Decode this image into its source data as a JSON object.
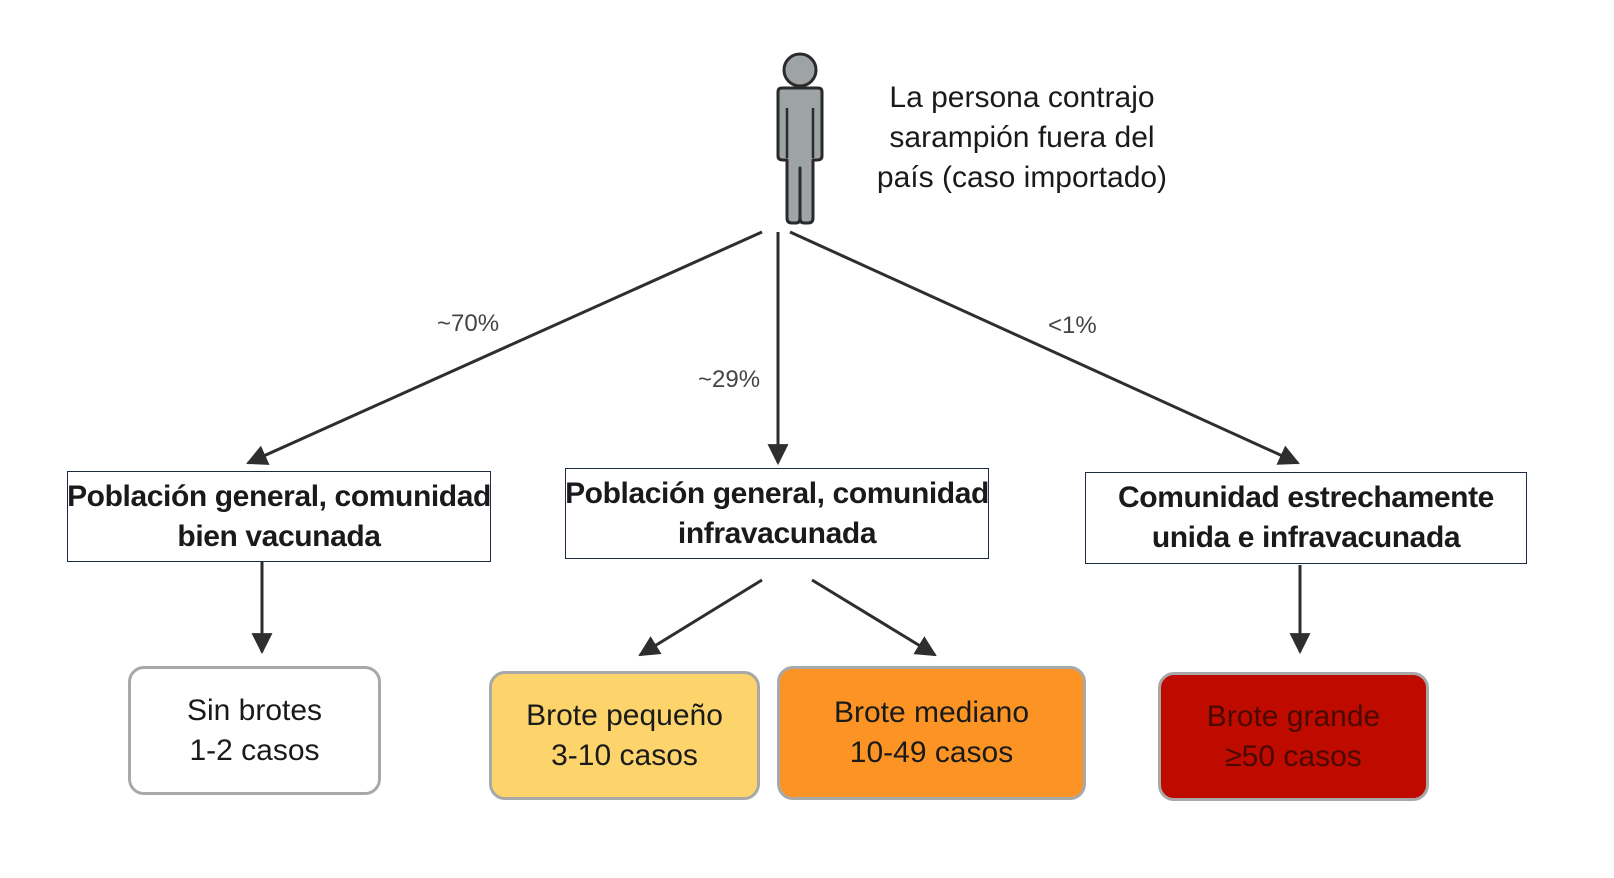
{
  "source": {
    "caption_lines": [
      "La persona contrajo",
      "sarampión fuera del",
      "país (caso importado)"
    ]
  },
  "branches": [
    {
      "percent": "~70%"
    },
    {
      "percent": "~29%"
    },
    {
      "percent": "<1%"
    }
  ],
  "populations": [
    {
      "lines": [
        "Población general, comunidad",
        "bien vacunada"
      ]
    },
    {
      "lines": [
        "Población general, comunidad",
        "infravacunada"
      ]
    },
    {
      "lines": [
        "Comunidad estrechamente",
        "unida e infravacunada"
      ]
    }
  ],
  "outcomes": [
    {
      "lines": [
        "Sin brotes",
        "1-2 casos"
      ],
      "fill": "#ffffff",
      "text_color": "#1a1a1a"
    },
    {
      "lines": [
        "Brote pequeño",
        "3-10 casos"
      ],
      "fill": "#fcd46b",
      "text_color": "#1a1a1a"
    },
    {
      "lines": [
        "Brote mediano",
        "10-49 casos"
      ],
      "fill": "#fb9424",
      "text_color": "#1a1a1a"
    },
    {
      "lines": [
        "Brote grande",
        "≥50 casos"
      ],
      "fill": "#bf0a00",
      "text_color": "#4a0a00"
    }
  ],
  "colors": {
    "person_fill": "#9ea4a6",
    "person_outline": "#2a2a2a",
    "arrow": "#2e2e2e",
    "box_border": "#1f2a44",
    "outcome_border": "#a8a8a8"
  }
}
